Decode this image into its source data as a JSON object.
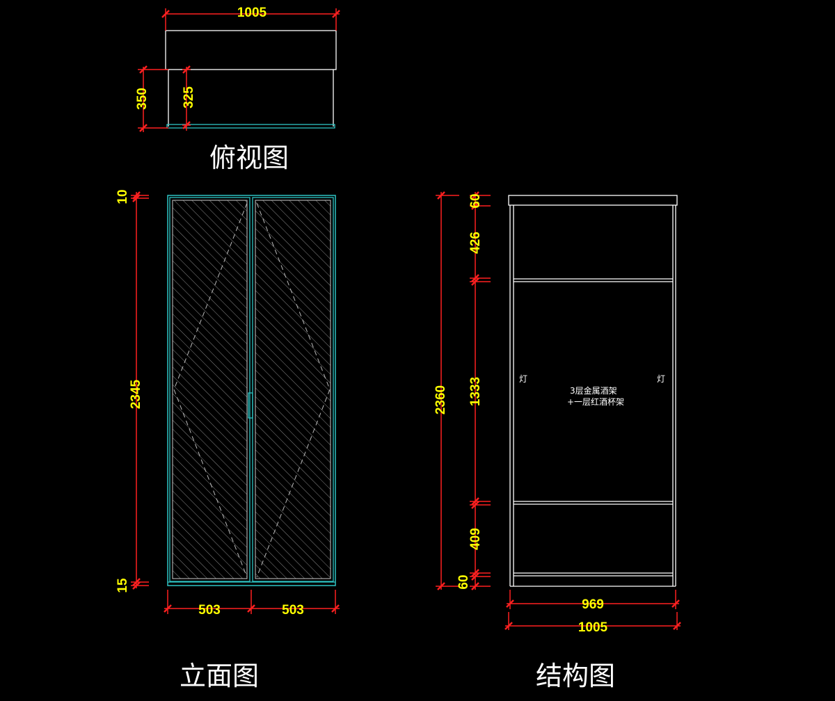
{
  "colors": {
    "background": "#000000",
    "outline": "#ffffff",
    "glass_frame": "#2ec4c4",
    "dimension_line": "#ff2020",
    "dimension_text": "#ffff00",
    "hatch": "#8a8a8a"
  },
  "top_view": {
    "title": "俯视图",
    "width": "1005",
    "depth_outer": "350",
    "depth_inner": "325"
  },
  "elevation_view": {
    "title": "立面图",
    "top_gap": "10",
    "height": "2345",
    "bottom_gap": "15",
    "left_door_width": "503",
    "right_door_width": "503"
  },
  "structure_view": {
    "title": "结构图",
    "total_height": "2360",
    "top_board": "60",
    "top_section": "426",
    "middle_section": "1333",
    "bottom_section": "409",
    "bottom_board": "60",
    "inner_width": "969",
    "outer_width": "1005",
    "light_left": "灯",
    "light_right": "灯",
    "rack_note_line1": "3层金属酒架",
    "rack_note_line2": "+一层红酒杯架"
  }
}
